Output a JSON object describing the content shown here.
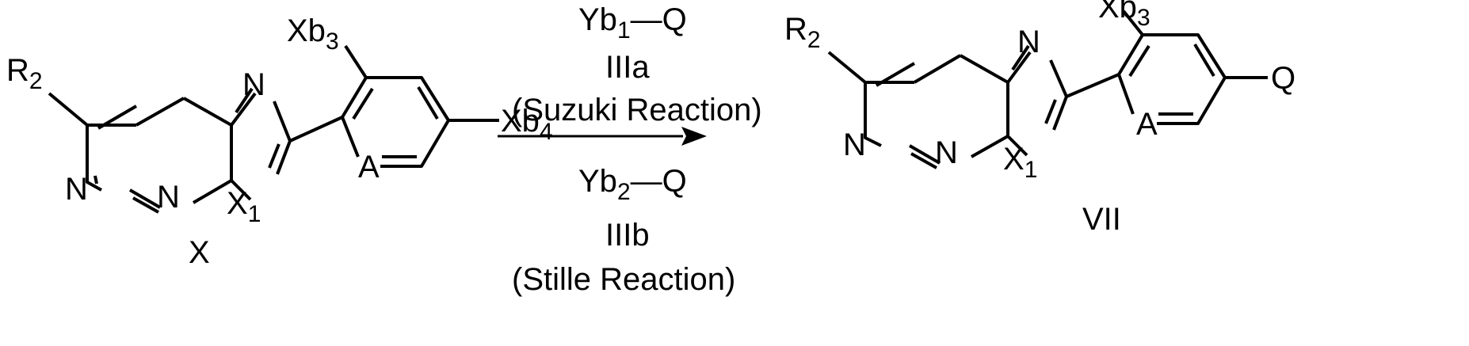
{
  "reactant": {
    "label": "X",
    "r2": "R",
    "r2_sub": "2",
    "n_top": "N",
    "n_ring": "N",
    "n_bridge": "N",
    "x1": "X",
    "x1_sub": "1",
    "a": "A",
    "xb3": "Xb",
    "xb3_sub": "3",
    "xb4": "Xb",
    "xb4_sub": "4"
  },
  "reagents": {
    "reagent_a": {
      "pre": "Yb",
      "sub": "1",
      "post": "—Q"
    },
    "reagent_a_label": "IIIa",
    "reaction_a": "(Suzuki Reaction)",
    "reagent_b": {
      "pre": "Yb",
      "sub": "2",
      "post": "—Q"
    },
    "reagent_b_label": "IIIb",
    "reaction_b": "(Stille Reaction)"
  },
  "product": {
    "label": "VII",
    "r2": "R",
    "r2_sub": "2",
    "n_top": "N",
    "n_ring": "N",
    "n_bridge": "N",
    "x1": "X",
    "x1_sub": "1",
    "a": "A",
    "xb3": "Xb",
    "xb3_sub": "3",
    "q": "Q"
  }
}
